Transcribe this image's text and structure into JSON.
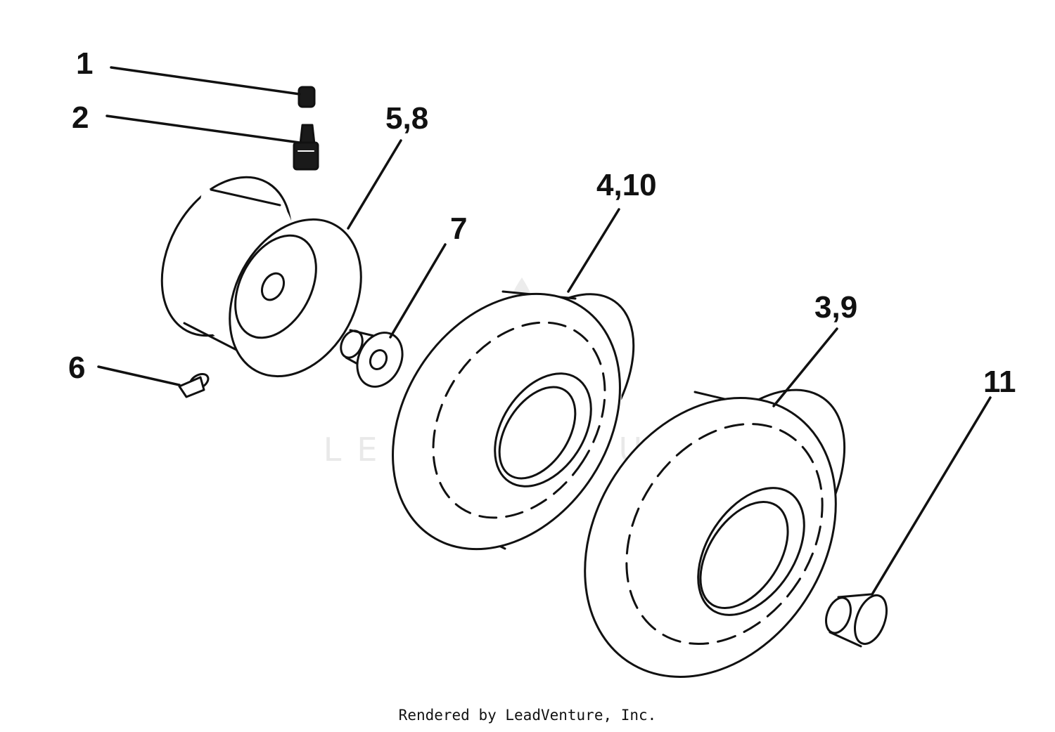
{
  "diagram": {
    "callouts": {
      "c1": "1",
      "c2": "2",
      "c3_9": "3,9",
      "c4_10": "4,10",
      "c5_8": "5,8",
      "c6": "6",
      "c7": "7",
      "c11": "11"
    },
    "watermark": {
      "text": "LEADVENTURE"
    }
  },
  "footer": {
    "credit": "Rendered by LeadVenture, Inc."
  }
}
